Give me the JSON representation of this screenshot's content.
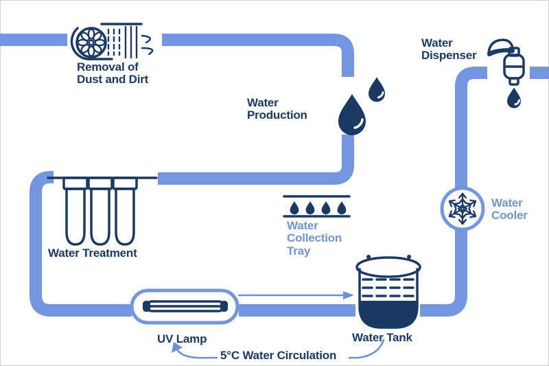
{
  "colors": {
    "pipe": "#7396DF",
    "navy": "#1A3A64",
    "label_blue": "#7094CB",
    "arrow_blue": "#6E91D6",
    "background": "#FFFFFF"
  },
  "nodes": {
    "dust_removal": {
      "icon": "fan-filter-icon",
      "lines": [
        "Removal of",
        "Dust and Dirt"
      ]
    },
    "water_production": {
      "icon": "water-drops-icon",
      "lines": [
        "Water",
        "Production"
      ]
    },
    "water_dispenser": {
      "icon": "tap-icon",
      "lines": [
        "Water",
        "Dispenser"
      ]
    },
    "water_treatment": {
      "icon": "filter-cartridges-icon",
      "lines": [
        "Water Treatment"
      ]
    },
    "water_collection_tray": {
      "icon": "drip-tray-icon",
      "lines": [
        "Water",
        "Collection",
        "Tray"
      ]
    },
    "water_cooler": {
      "icon": "snowflake-icon",
      "lines": [
        "Water",
        "Cooler"
      ]
    },
    "uv_lamp": {
      "icon": "uv-tube-icon",
      "lines": [
        "UV Lamp"
      ]
    },
    "water_tank": {
      "icon": "tank-icon",
      "lines": [
        "Water Tank"
      ]
    },
    "circulation": {
      "icon": "circulation-arrow-icon",
      "lines": [
        "5°C Water Circulation"
      ]
    }
  }
}
